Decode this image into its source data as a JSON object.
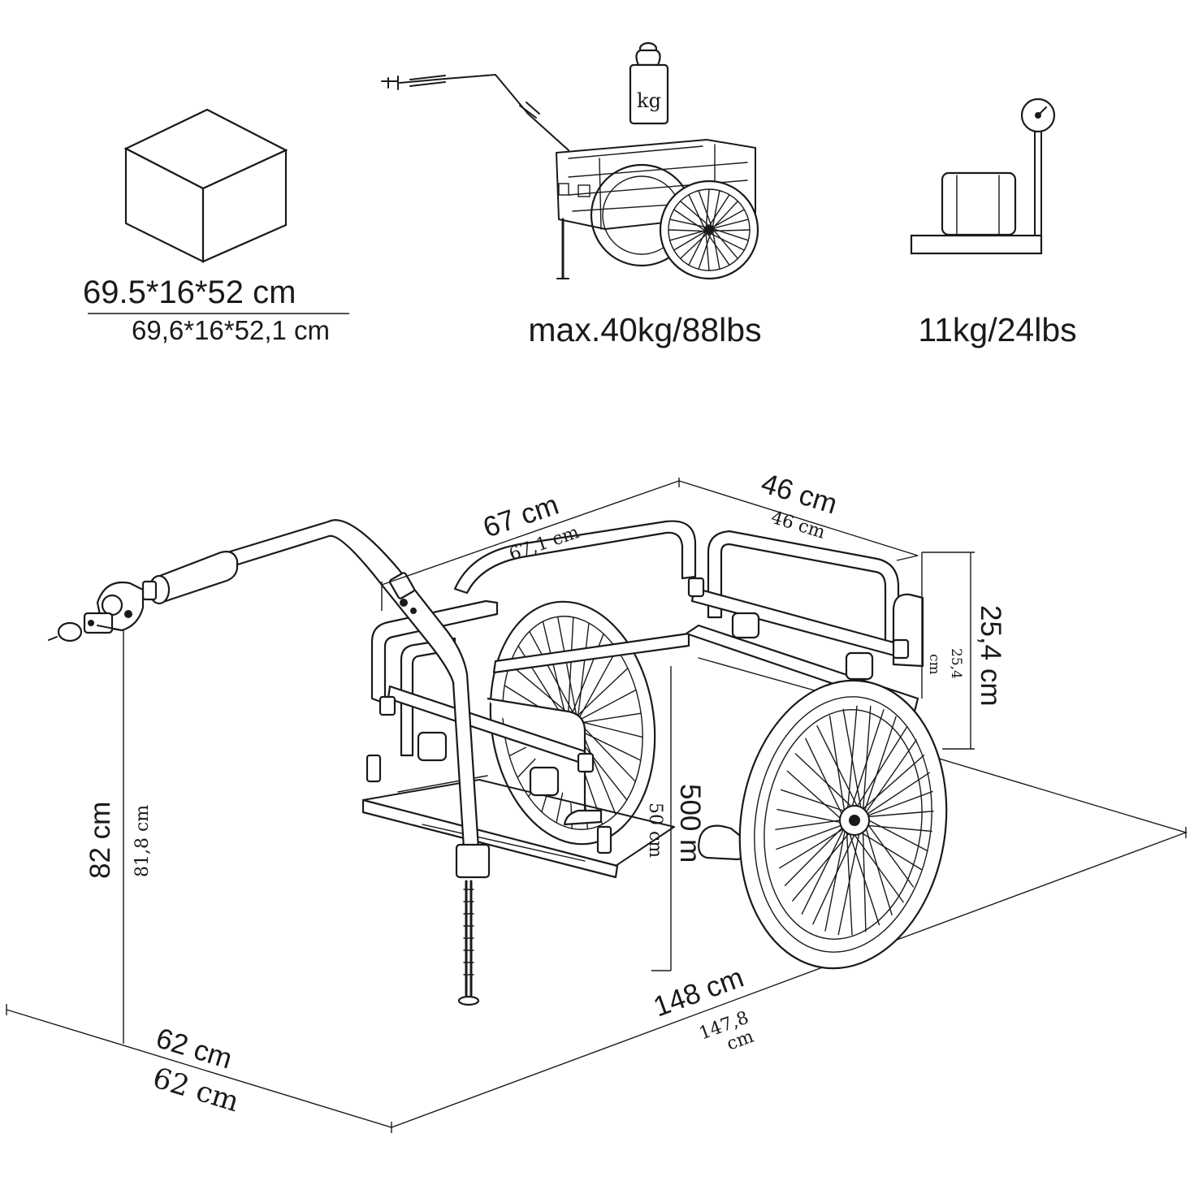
{
  "spec_icons": {
    "package_dimensions": {
      "primary": "69.5*16*52 cm",
      "secondary": "69,6*16*52,1 cm"
    },
    "weight_badge": "kg",
    "max_load": "max.40kg/88lbs",
    "net_weight": "11kg/24lbs"
  },
  "dimensions": {
    "length": {
      "primary": "67 cm",
      "secondary": "67,1 cm"
    },
    "width": {
      "primary": "46 cm",
      "secondary": "46 cm"
    },
    "height": {
      "primary": "25,4 cm",
      "secondary_value": "25,4",
      "secondary_unit": "cm"
    },
    "total_height": {
      "primary": "82 cm",
      "secondary": "81,8 cm"
    },
    "wheel_base": {
      "primary": "500 m",
      "secondary": "50 cm"
    },
    "total_length": {
      "primary": "148 cm",
      "secondary_value": "147,8",
      "secondary_unit": "cm"
    },
    "total_width": {
      "primary": "62 cm",
      "secondary": "62 cm"
    }
  }
}
